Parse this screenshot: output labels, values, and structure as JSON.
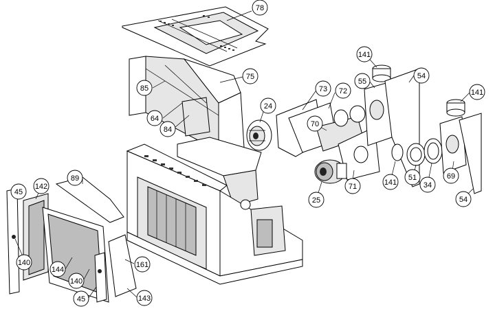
{
  "callouts": [
    {
      "id": "c78",
      "label": "78"
    },
    {
      "id": "c75",
      "label": "75"
    },
    {
      "id": "c85",
      "label": "85"
    },
    {
      "id": "c64",
      "label": "64"
    },
    {
      "id": "c84",
      "label": "84"
    },
    {
      "id": "c24",
      "label": "24"
    },
    {
      "id": "c73",
      "label": "73"
    },
    {
      "id": "c72",
      "label": "72"
    },
    {
      "id": "c70",
      "label": "70"
    },
    {
      "id": "c141a",
      "label": "141"
    },
    {
      "id": "c55",
      "label": "55"
    },
    {
      "id": "c54a",
      "label": "54"
    },
    {
      "id": "c141b",
      "label": "141"
    },
    {
      "id": "c25",
      "label": "25"
    },
    {
      "id": "c71",
      "label": "71"
    },
    {
      "id": "c141c",
      "label": "141"
    },
    {
      "id": "c51",
      "label": "51"
    },
    {
      "id": "c34",
      "label": "34"
    },
    {
      "id": "c69",
      "label": "69"
    },
    {
      "id": "c54b",
      "label": "54"
    },
    {
      "id": "c89",
      "label": "89"
    },
    {
      "id": "c45a",
      "label": "45"
    },
    {
      "id": "c142",
      "label": "142"
    },
    {
      "id": "c140a",
      "label": "140"
    },
    {
      "id": "c144",
      "label": "144"
    },
    {
      "id": "c140b",
      "label": "140"
    },
    {
      "id": "c45b",
      "label": "45"
    },
    {
      "id": "c161",
      "label": "161"
    },
    {
      "id": "c143",
      "label": "143"
    }
  ]
}
